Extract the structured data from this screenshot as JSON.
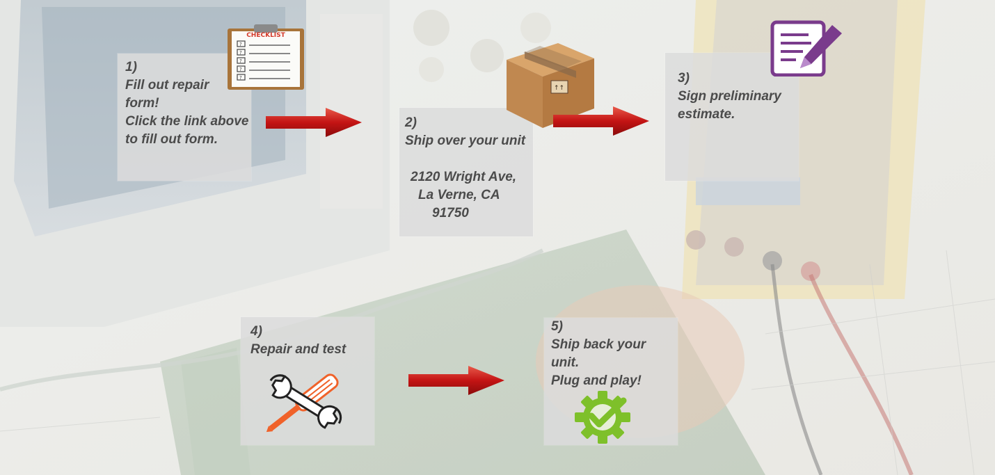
{
  "steps": {
    "step1": {
      "number": "1)",
      "line1": "Fill out repair",
      "line2": "form!",
      "line3": "Click the link above",
      "line4": "to fill out form.",
      "icon": "checklist-icon",
      "icon_label": "CHECKLIST"
    },
    "step2": {
      "number": "2)",
      "line1": "Ship over your  unit",
      "address1": "2120 Wright Ave,",
      "address2": "La Verne, CA",
      "address3": "91750",
      "icon": "package-icon"
    },
    "step3": {
      "number": "3)",
      "line1": "Sign preliminary",
      "line2": "estimate.",
      "icon": "sign-document-icon"
    },
    "step4": {
      "number": "4)",
      "line1": "Repair and test",
      "icon": "tools-icon"
    },
    "step5": {
      "number": "5)",
      "line1": "Ship back your",
      "line2": "unit.",
      "line3": "Plug and play!",
      "icon": "gear-check-icon"
    }
  },
  "colors": {
    "panel": "#dcdcdc",
    "text": "#4b4b4b",
    "arrow": "#c41414",
    "checklist_red": "#d43a2a",
    "box_brown": "#c08850",
    "document_purple": "#7a3b8c",
    "tools_orange": "#f0622a",
    "gear_green": "#7ec02a"
  }
}
